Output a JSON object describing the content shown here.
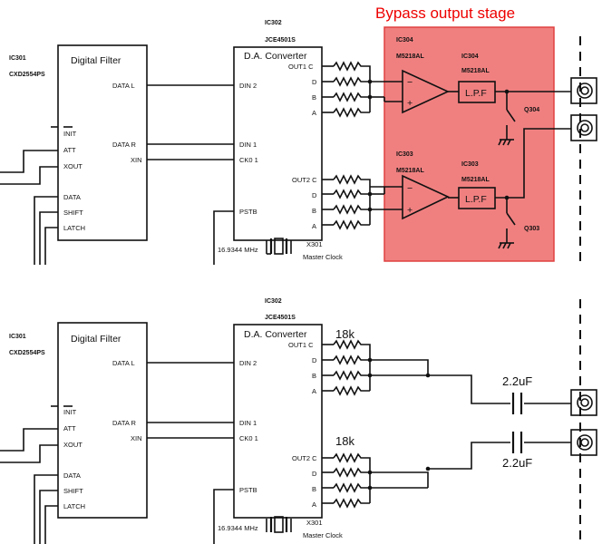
{
  "highlight": {
    "title": "Bypass output stage",
    "fill": "#f08080",
    "border": "#e04040"
  },
  "top": {
    "ic301_ref": "IC301",
    "ic301_part": "CXD2554PS",
    "filter_title": "Digital Filter",
    "filter_left_pins": [
      "INIT",
      "ATT",
      "XOUT",
      "DATA",
      "SHIFT",
      "LATCH"
    ],
    "filter_right_pins": [
      "DATA L",
      "DATA R",
      "XIN"
    ],
    "ic302_ref": "IC302",
    "ic302_part": "JCE4501S",
    "dac_title": "D.A. Converter",
    "dac_left_pins": [
      "DIN 2",
      "DIN 1",
      "CK0 1",
      "PSTB"
    ],
    "out1_pins": [
      "OUT1 C",
      "D",
      "B",
      "A"
    ],
    "out2_pins": [
      "OUT2 C",
      "D",
      "B",
      "A"
    ],
    "crystal_freq": "16.9344 MHz",
    "crystal_ref": "X301",
    "crystal_name": "Master Clock",
    "opamp1_ref": "IC304",
    "opamp1_part": "M5218AL",
    "lpf1_ref": "IC304",
    "lpf1_part": "M5218AL",
    "opamp2_ref": "IC303",
    "opamp2_part": "M5218AL",
    "lpf2_ref": "IC303",
    "lpf2_part": "M5218AL",
    "lpf_label": "L.P.F",
    "minus": "−",
    "plus": "+",
    "q1": "Q304",
    "q2": "Q303"
  },
  "bottom": {
    "ic301_ref": "IC301",
    "ic301_part": "CXD2554PS",
    "filter_title": "Digital Filter",
    "filter_left_pins": [
      "INIT",
      "ATT",
      "XOUT",
      "DATA",
      "SHIFT",
      "LATCH"
    ],
    "filter_right_pins": [
      "DATA L",
      "DATA R",
      "XIN"
    ],
    "ic302_ref": "IC302",
    "ic302_part": "JCE4501S",
    "dac_title": "D.A. Converter",
    "dac_left_pins": [
      "DIN 2",
      "DIN 1",
      "CK0 1",
      "PSTB"
    ],
    "out1_pins": [
      "OUT1 C",
      "D",
      "B",
      "A"
    ],
    "out2_pins": [
      "OUT2 C",
      "D",
      "B",
      "A"
    ],
    "crystal_freq": "16.9344 MHz",
    "crystal_ref": "X301",
    "crystal_name": "Master Clock",
    "res_top": "18k",
    "res_bot": "18k",
    "cap_top": "2.2uF",
    "cap_bot": "2.2uF"
  }
}
